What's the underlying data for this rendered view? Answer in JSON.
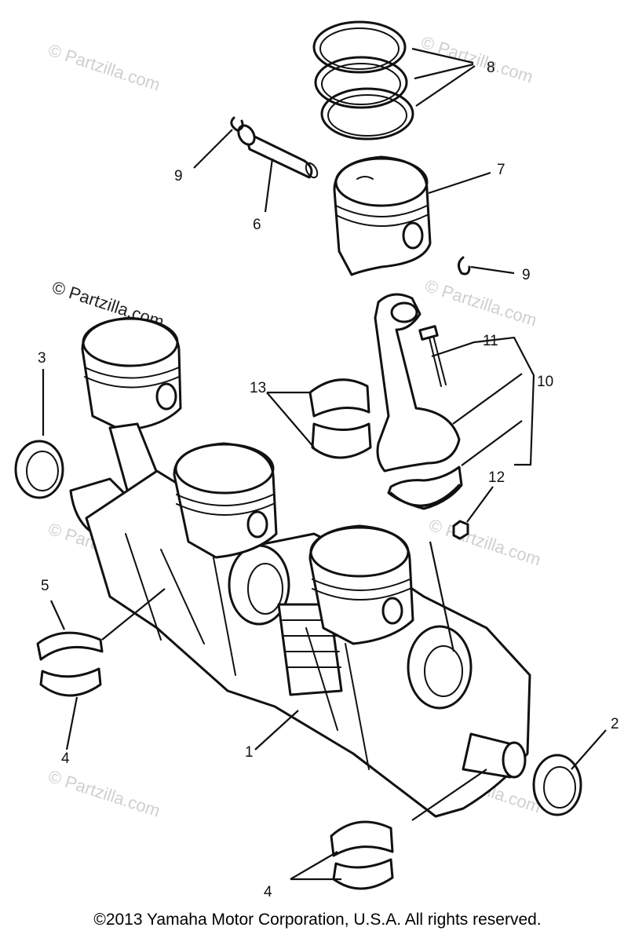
{
  "callouts": [
    "1",
    "2",
    "3",
    "4",
    "4",
    "5",
    "6",
    "7",
    "8",
    "9",
    "9",
    "10",
    "11",
    "12",
    "13"
  ],
  "watermark": "© Partzilla.com",
  "copyright": "©2013  Yamaha Motor Corporation, U.S.A. All rights reserved."
}
